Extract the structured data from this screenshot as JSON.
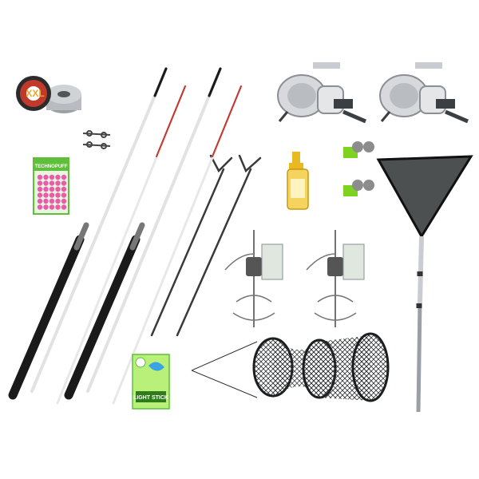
{
  "texts": {
    "line_brand": "XXL",
    "bait_brand": "TECHNOPUFF",
    "light_stick": "LIGHT STICK"
  },
  "colors": {
    "background": "#ffffff",
    "rod_handle": "#1a1a1a",
    "rod_blank": "#e8e8e8",
    "rod_tip_red": "#c0392b",
    "reel_body": "#d7d9dc",
    "reel_dark": "#3a3f44",
    "boilie_pink": "#e95ca8",
    "package_green": "#5fbf3a",
    "net_mesh": "#2e3133",
    "alarm_green": "#7ed321",
    "spray_yellow": "#e8b923"
  },
  "icons": [
    "fishing-line-spool",
    "swivel-clips",
    "boilie-bait-pack",
    "fishing-rod",
    "rod-rest",
    "spinning-reel",
    "bait-spray-bottle",
    "bite-alarm-bell",
    "landing-net",
    "feeder-rig",
    "keep-net",
    "light-stick-pack"
  ]
}
